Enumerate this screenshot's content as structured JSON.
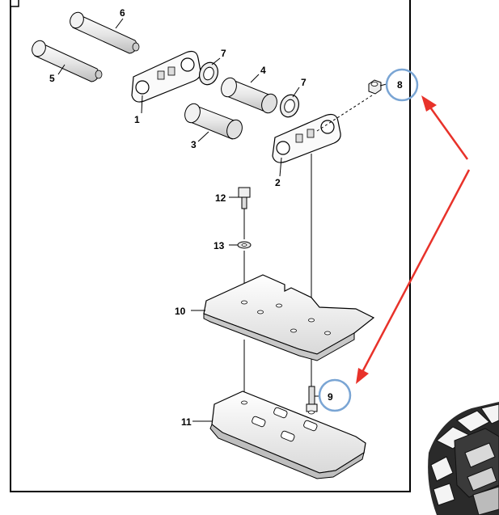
{
  "diagram": {
    "callouts": [
      {
        "id": "p1",
        "label": "1"
      },
      {
        "id": "p2",
        "label": "2"
      },
      {
        "id": "p3",
        "label": "3"
      },
      {
        "id": "p4",
        "label": "4"
      },
      {
        "id": "p5",
        "label": "5"
      },
      {
        "id": "p6",
        "label": "6"
      },
      {
        "id": "p7a",
        "label": "7"
      },
      {
        "id": "p7b",
        "label": "7"
      },
      {
        "id": "p8",
        "label": "8"
      },
      {
        "id": "p9",
        "label": "9"
      },
      {
        "id": "p10",
        "label": "10"
      },
      {
        "id": "p11",
        "label": "11"
      },
      {
        "id": "p12",
        "label": "12"
      },
      {
        "id": "p13",
        "label": "13"
      }
    ],
    "colors": {
      "highlight_circle": "#7aa5d4",
      "arrow": "#e8322a",
      "line": "#000000",
      "frame": "#000000"
    },
    "highlighted_parts": [
      "8",
      "9"
    ]
  }
}
